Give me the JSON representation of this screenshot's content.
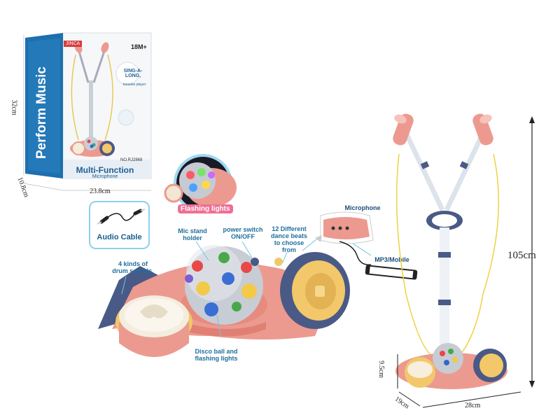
{
  "box": {
    "brand": "JINCA",
    "side_title": "Perform Music",
    "front_title": "Multi-Function",
    "front_subtitle": "Microphone",
    "age": "18M+",
    "feature_title": "SING-A-LONG,",
    "feature_sub": "karaoke player",
    "item_no": "NO.RJ2868"
  },
  "dimensions": {
    "box_height": "32cm",
    "box_depth": "10.8cm",
    "box_width": "23.8cm",
    "product_height": "105cm",
    "product_base_height": "9.5cm",
    "product_depth": "19cm",
    "product_width": "28cm"
  },
  "callouts": {
    "flashing_lights": "Flashing lights",
    "audio_cable": "Audio Cable",
    "drum_sounds": "4 kinds of drum sounds.",
    "mic_holder": "Mic stand holder",
    "power_switch": "power switch ON/OFF",
    "dance_beats": "12 Different dance beats to choose from",
    "disco_ball": "Disco ball and flashing lights",
    "microphone": "Microphone",
    "mp3": "MP3/Mobile"
  },
  "colors": {
    "pink": "#ec9a8f",
    "blue_box": "#1d6fae",
    "navy": "#4a5a86",
    "yellow": "#f2c86a",
    "cyan_line": "#6cc6e4"
  }
}
